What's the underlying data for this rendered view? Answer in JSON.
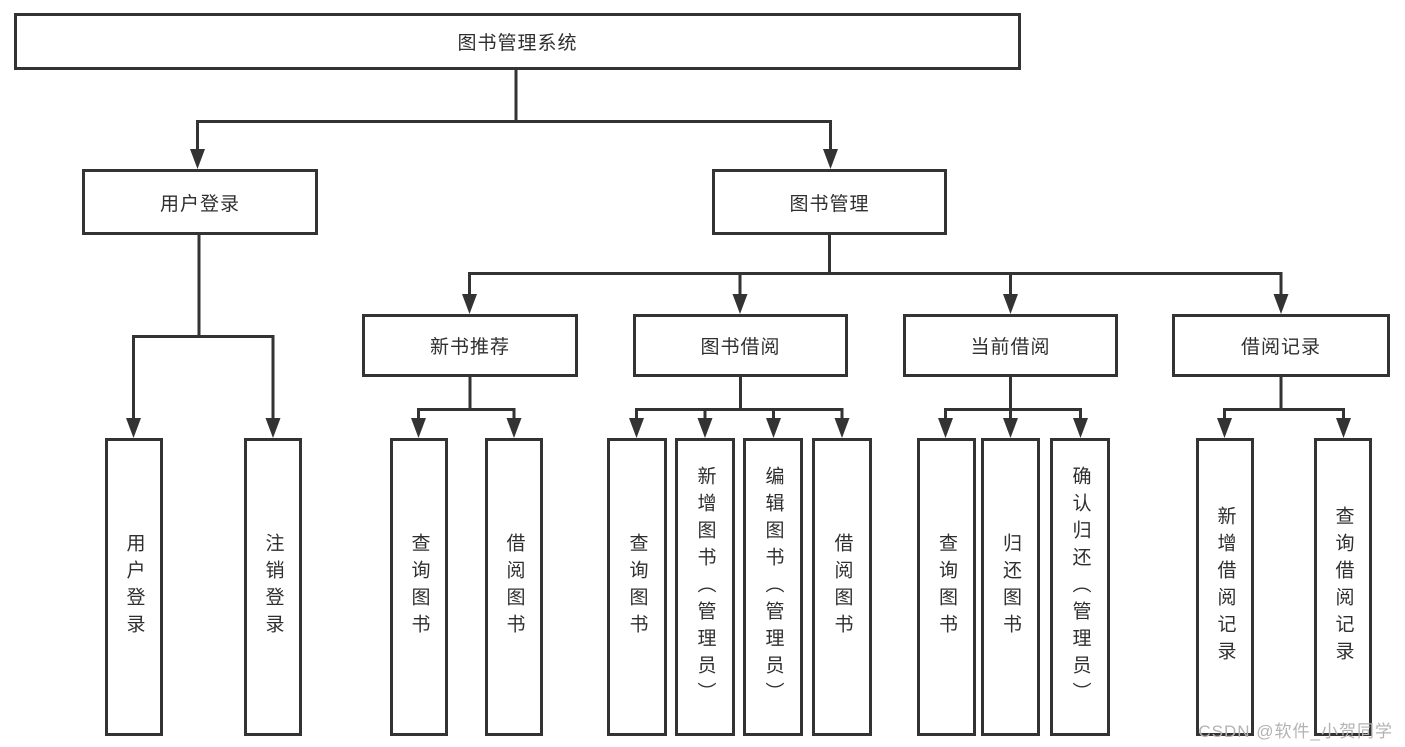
{
  "diagram": {
    "title": "图书管理系统",
    "root": {
      "label": "图书管理系统"
    },
    "level2": [
      {
        "id": "user-login",
        "label": "用户登录"
      },
      {
        "id": "book-management",
        "label": "图书管理"
      }
    ],
    "level3": [
      {
        "id": "new-book-recommend",
        "parent": "book-management",
        "label": "新书推荐"
      },
      {
        "id": "book-borrow",
        "parent": "book-management",
        "label": "图书借阅"
      },
      {
        "id": "current-borrow",
        "parent": "book-management",
        "label": "当前借阅"
      },
      {
        "id": "borrow-records",
        "parent": "book-management",
        "label": "借阅记录"
      }
    ],
    "leaves": [
      {
        "parent": "user-login",
        "label": "用户登录"
      },
      {
        "parent": "user-login",
        "label": "注销登录"
      },
      {
        "parent": "new-book-recommend",
        "label": "查询图书"
      },
      {
        "parent": "new-book-recommend",
        "label": "借阅图书"
      },
      {
        "parent": "book-borrow",
        "label": "查询图书"
      },
      {
        "parent": "book-borrow",
        "label": "新增图书（管理员）"
      },
      {
        "parent": "book-borrow",
        "label": "编辑图书（管理员）"
      },
      {
        "parent": "book-borrow",
        "label": "借阅图书"
      },
      {
        "parent": "current-borrow",
        "label": "查询图书"
      },
      {
        "parent": "current-borrow",
        "label": "归还图书"
      },
      {
        "parent": "current-borrow",
        "label": "确认归还（管理员）"
      },
      {
        "parent": "borrow-records",
        "label": "新增借阅记录"
      },
      {
        "parent": "borrow-records",
        "label": "查询借阅记录"
      }
    ],
    "colors": {
      "line": "#333333",
      "box_border": "#333333",
      "box_background": "#ffffff",
      "text": "#2f2f2f",
      "watermark": "#b3b3b3"
    }
  },
  "watermark": {
    "text": "CSDN @软件_小贺同学"
  }
}
